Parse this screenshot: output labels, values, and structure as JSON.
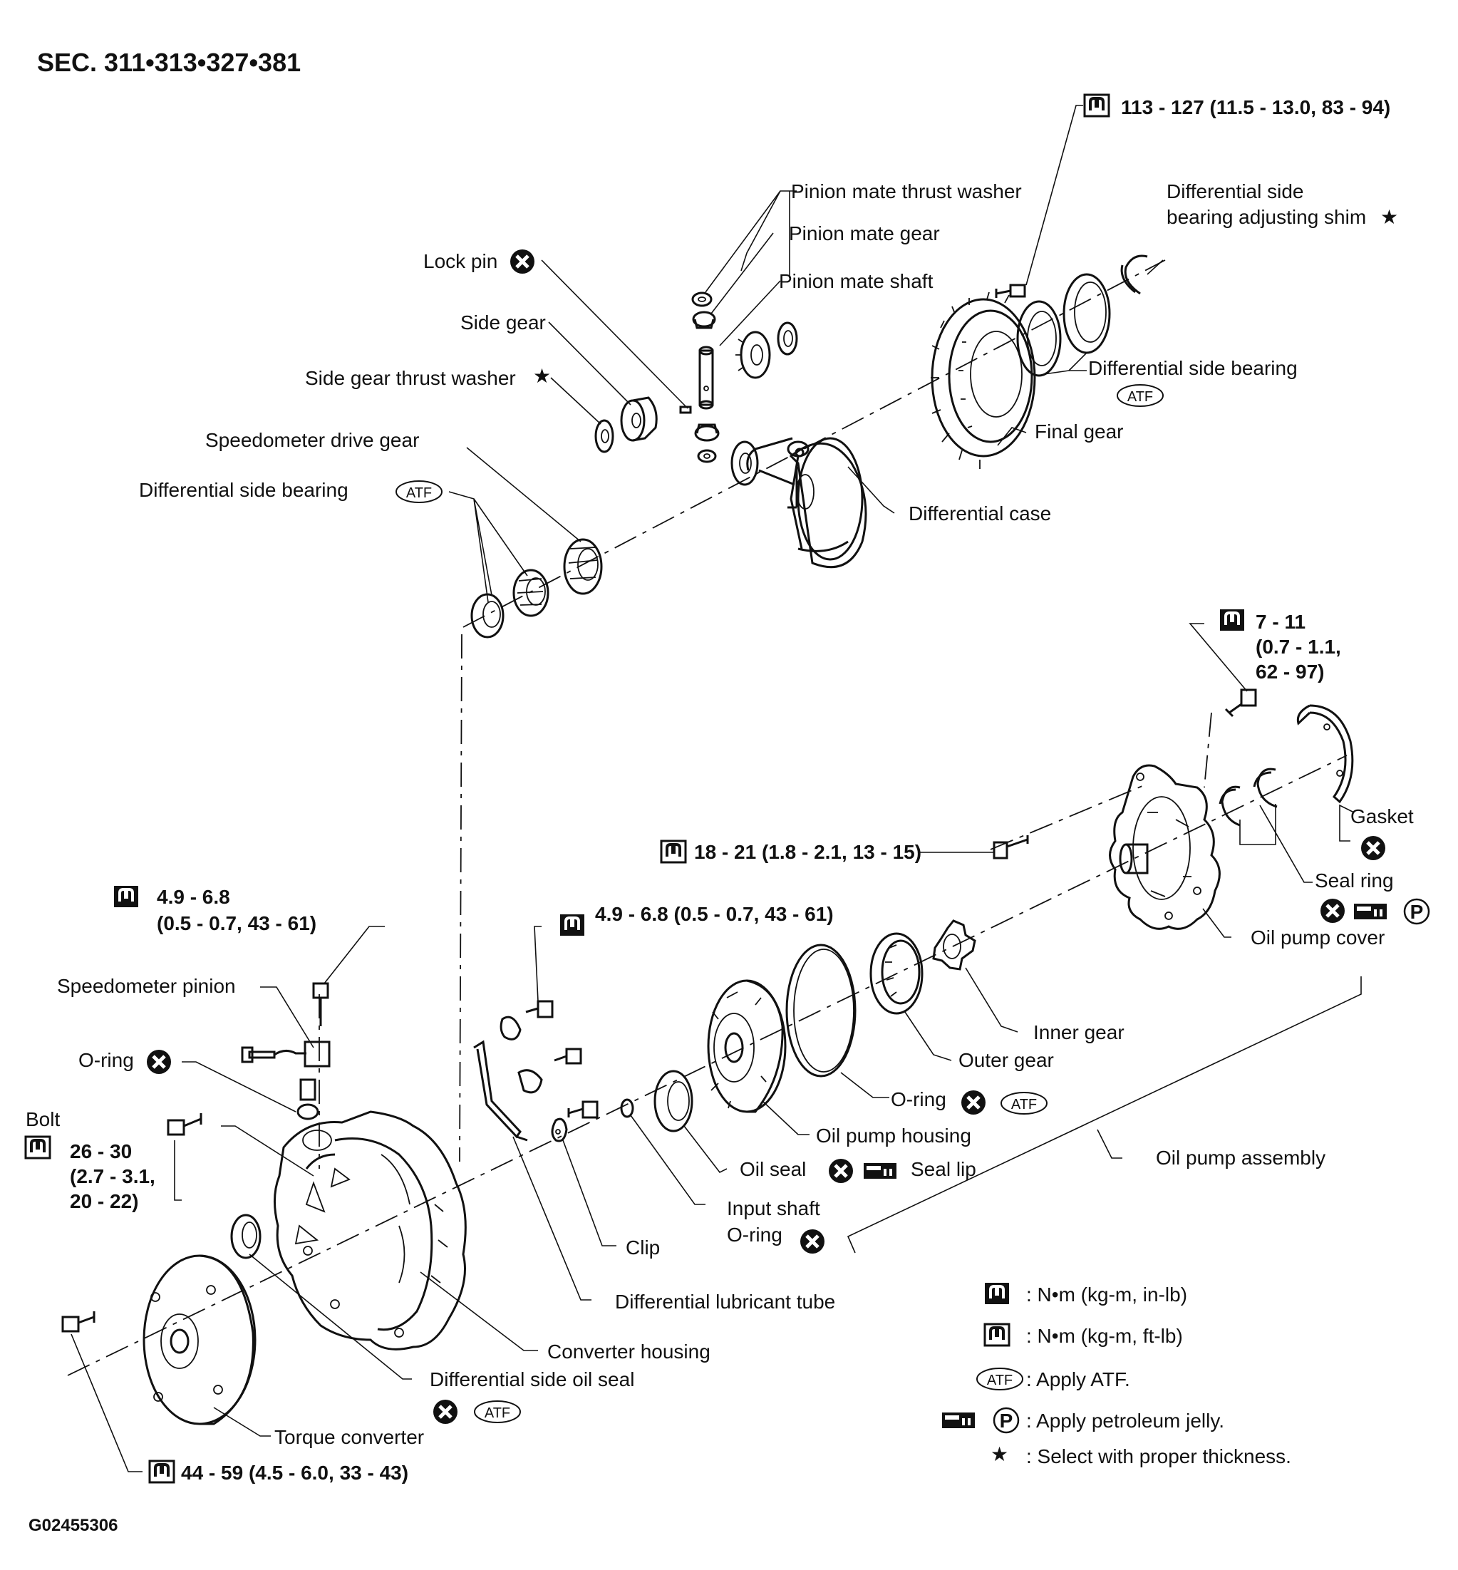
{
  "section_title": "SEC. 311•313•327•381",
  "figure_code": "G02455306",
  "torques": {
    "t_diff_bolt": "113 - 127 (11.5 - 13.0, 83 - 94)",
    "t_pump_cover_bolt_a": "7 - 11",
    "t_pump_cover_bolt_b": "(0.7 - 1.1,",
    "t_pump_cover_bolt_c": "62 - 97)",
    "t_pump_bolt": "18 - 21 (1.8 - 2.1, 13 - 15)",
    "t_speedo_bolt_a": "4.9 - 6.8",
    "t_speedo_bolt_b": "(0.5 - 0.7, 43 - 61)",
    "t_tube_bolt": "4.9 - 6.8 (0.5 - 0.7, 43 - 61)",
    "t_housing_bolt_a": "26 - 30",
    "t_housing_bolt_b": "(2.7 - 3.1,",
    "t_housing_bolt_c": "20 - 22)",
    "t_converter_bolt": "44 - 59 (4.5 - 6.0, 33 - 43)"
  },
  "labels": {
    "pinion_mate_thrust_washer": "Pinion mate thrust washer",
    "pinion_mate_gear": "Pinion mate gear",
    "pinion_mate_shaft": "Pinion mate shaft",
    "lock_pin": "Lock pin",
    "side_gear": "Side gear",
    "side_gear_thrust_washer": "Side gear thrust washer",
    "speedometer_drive_gear": "Speedometer drive gear",
    "differential_side_bearing_left": "Differential side bearing",
    "differential_side_shim_1": "Differential side",
    "differential_side_shim_2": "bearing adjusting shim",
    "differential_side_bearing_right": "Differential side bearing",
    "final_gear": "Final gear",
    "differential_case": "Differential case",
    "gasket": "Gasket",
    "seal_ring": "Seal ring",
    "oil_pump_cover": "Oil pump cover",
    "inner_gear": "Inner gear",
    "outer_gear": "Outer gear",
    "o_ring_pump": "O-ring",
    "oil_pump_housing": "Oil pump housing",
    "oil_pump_assembly": "Oil pump assembly",
    "oil_seal": "Oil seal",
    "seal_lip": "Seal lip",
    "input_shaft": "Input shaft",
    "o_ring_input": "O-ring",
    "clip": "Clip",
    "differential_lubricant_tube": "Differential lubricant tube",
    "converter_housing": "Converter housing",
    "differential_side_oil_seal": "Differential side oil seal",
    "torque_converter": "Torque converter",
    "speedometer_pinion": "Speedometer pinion",
    "o_ring_speedo": "O-ring",
    "bolt": "Bolt"
  },
  "symbols": {
    "atf": "ATF",
    "p": "P",
    "star": "★"
  },
  "legend": {
    "in_lb": ": N•m (kg-m, in-lb)",
    "ft_lb": ": N•m (kg-m, ft-lb)",
    "atf": ": Apply ATF.",
    "jelly": ": Apply petroleum jelly.",
    "star": ": Select with proper thickness."
  }
}
